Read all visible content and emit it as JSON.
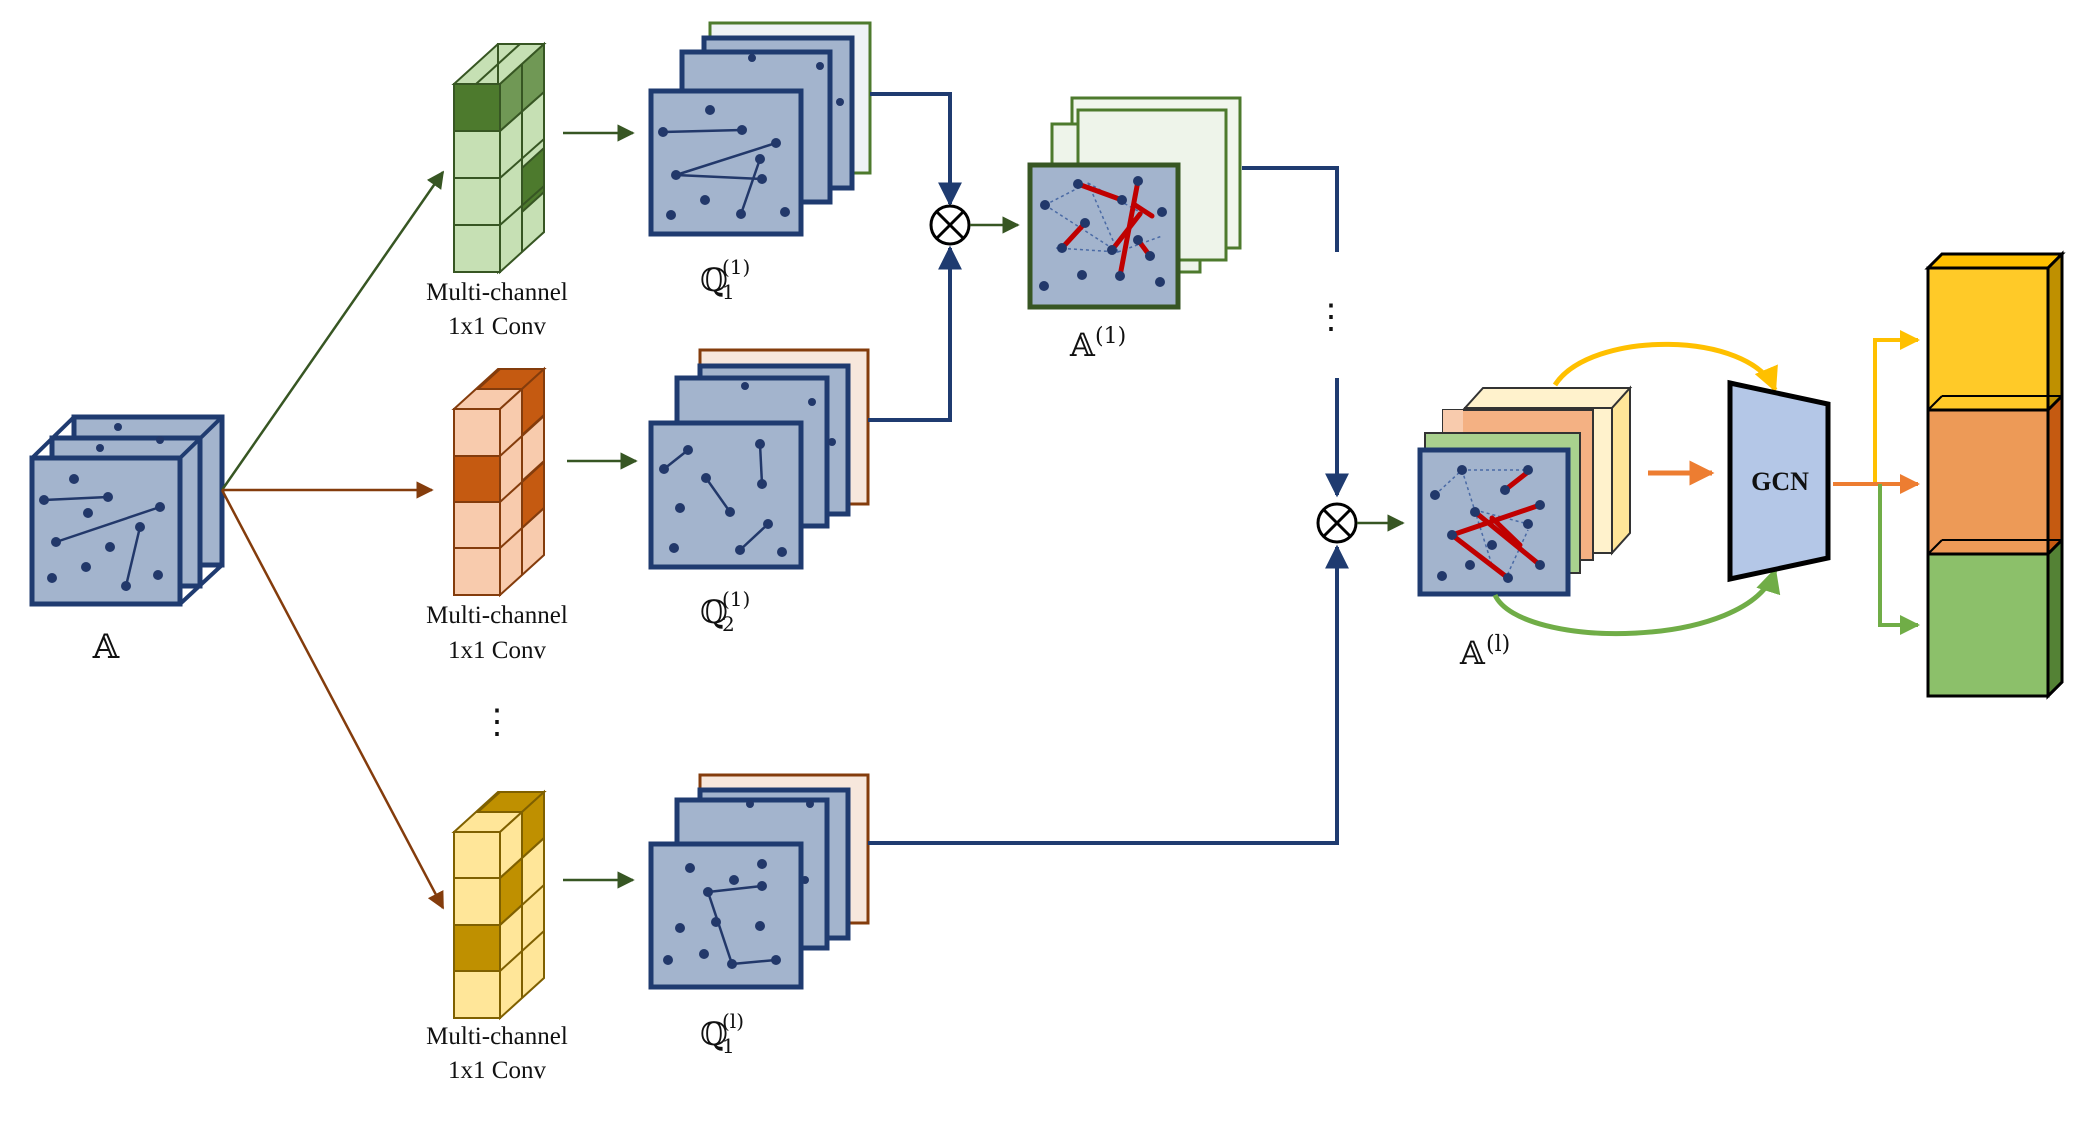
{
  "labels": {
    "input": "𝔸",
    "conv_line1": "Multi-channel",
    "conv_line2": "1x1 Conv",
    "q1_base": "ℚ",
    "q1_sub": "1",
    "q1_sup": "(1)",
    "q2_base": "ℚ",
    "q2_sub": "2",
    "q2_sup": "(1)",
    "ql_base": "ℚ",
    "ql_sub": "1",
    "ql_sup": "(l)",
    "a1_base": "𝔸",
    "a1_sup": "(1)",
    "al_base": "𝔸",
    "al_sup": "(l)",
    "gcn": "GCN",
    "vdots": "⋮",
    "otimes": "⊗"
  },
  "colors": {
    "navy": "#1f3b70",
    "graph_fill": "#a3b4cd",
    "node": "#22386a",
    "green_dark": "#4d7a2d",
    "green_light": "#c6e0b4",
    "green_arrow": "#375623",
    "orange_dark": "#c55a11",
    "orange_light": "#f8cbad",
    "brown_arrow": "#843c0c",
    "yellow_dark": "#bf9000",
    "yellow_light": "#ffe699",
    "gcn_fill": "#b4c7e7",
    "highlight_edge": "#c00000",
    "out_yellow": "#ffc000",
    "out_orange": "#ed7d31",
    "out_green": "#70ad47"
  }
}
